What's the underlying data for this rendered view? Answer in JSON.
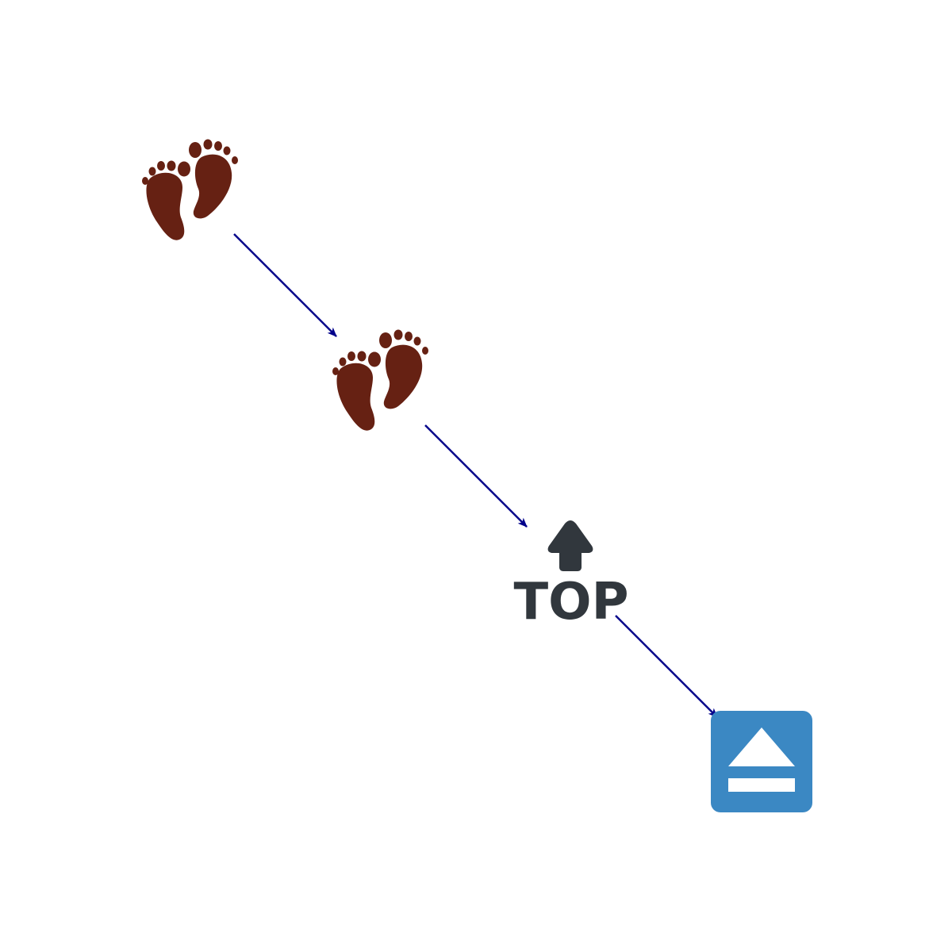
{
  "diagram": {
    "nodes": [
      {
        "id": "footprints-1",
        "icon": "footprints-icon"
      },
      {
        "id": "footprints-2",
        "icon": "footprints-icon"
      },
      {
        "id": "top-arrow",
        "icon": "top-arrow-icon",
        "label": "TOP"
      },
      {
        "id": "eject",
        "icon": "eject-button-icon"
      }
    ],
    "edges": [
      {
        "from": "footprints-1",
        "to": "footprints-2"
      },
      {
        "from": "footprints-2",
        "to": "top-arrow"
      },
      {
        "from": "top-arrow",
        "to": "eject"
      }
    ]
  },
  "colors": {
    "footprint": "#662113",
    "top_icon": "#31373d",
    "eject_bg": "#3b88c3",
    "eject_fg": "#ffffff",
    "edge": "#00008b"
  }
}
